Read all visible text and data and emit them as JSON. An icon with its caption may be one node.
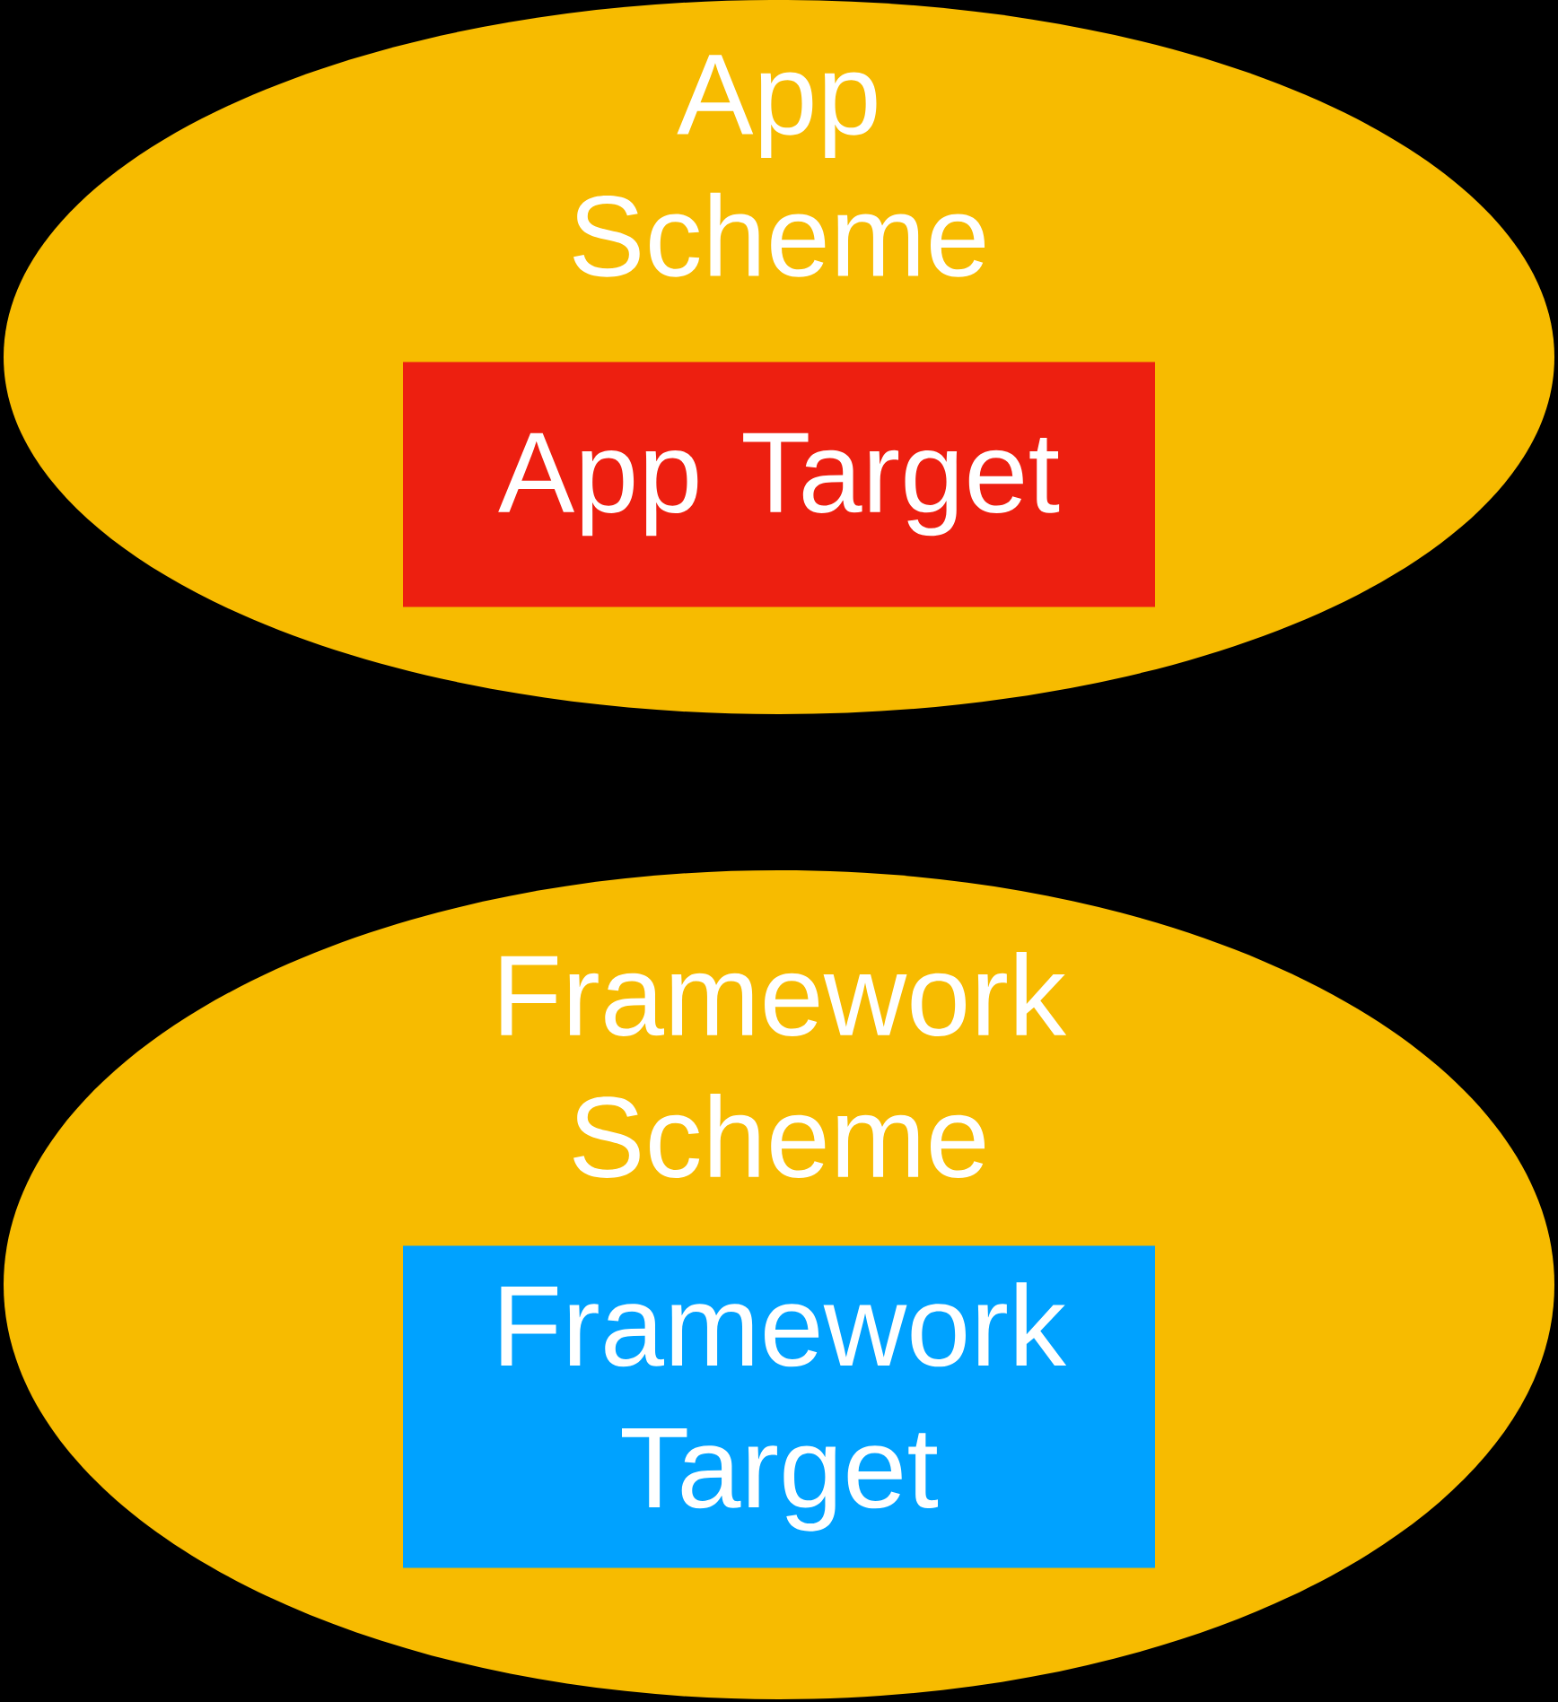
{
  "diagram": {
    "nodes": [
      {
        "text": [
          "App Scheme"
        ]
      },
      {
        "text": [
          "App Target"
        ],
        "in": 0
      },
      {
        "text": [
          "Framework Scheme"
        ]
      },
      {
        "text": [
          "Framework Target"
        ],
        "in": 2
      }
    ]
  }
}
